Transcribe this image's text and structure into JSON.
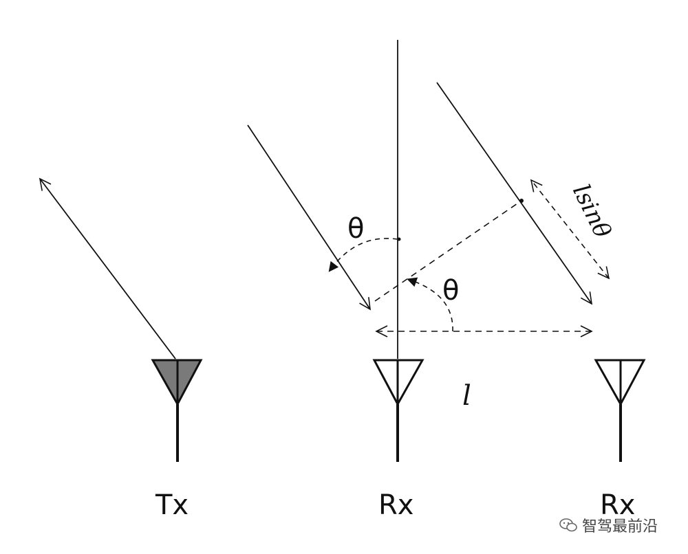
{
  "antennas": {
    "tx_label": "Tx",
    "rx1_label": "Rx",
    "rx2_label": "Rx"
  },
  "symbols": {
    "theta_upper": "θ",
    "theta_lower": "θ",
    "spacing": "l",
    "path_difference": "lsinθ"
  },
  "watermark": {
    "text": "智驾最前沿"
  },
  "colors": {
    "tx_fill": "#7a7a7a",
    "rx_fill": "#ffffff",
    "line": "#111111"
  }
}
